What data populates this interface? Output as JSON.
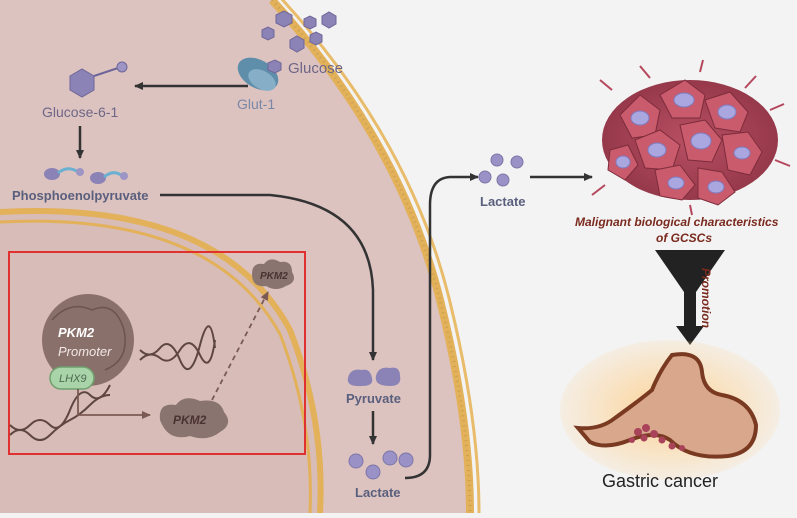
{
  "labels": {
    "glucose": "Glucose",
    "glut1": "Glut-1",
    "glucose_6_1": "Glucose-6-1",
    "phosphoenolpyruvate": "Phosphoenolpyruvate",
    "pkm2_top": "PKM2",
    "pkm2_promoter_gene": "PKM2",
    "promoter": "Promoter",
    "lhx9": "LHX9",
    "pkm2_bottom": "PKM2",
    "pyruvate": "Pyruvate",
    "lactate_inside": "Lactate",
    "lactate_outside": "Lactate",
    "malignant_line1": "Malignant biological characteristics",
    "malignant_line2": "of GCSCs",
    "promotion": "Promotion",
    "gastric_cancer": "Gastric cancer"
  },
  "colors": {
    "background": "#f3f3f3",
    "cytoplasm": "#dcc3c0",
    "membrane_outer": "#e2b15a",
    "membrane_inner": "#ffffff",
    "metabolite": "#8b82b5",
    "highlight_box": "#e03030",
    "tumor": "#c45a6b",
    "stomach": "#d9a88c"
  }
}
